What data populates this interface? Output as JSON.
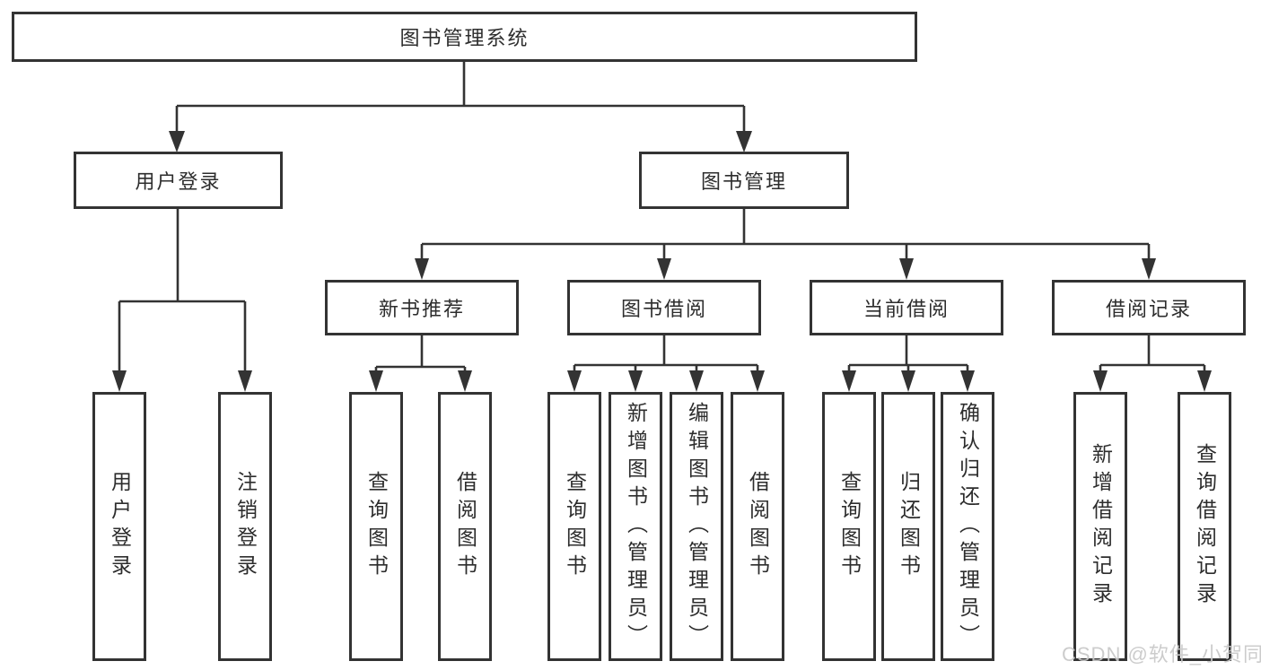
{
  "colors": {
    "line": "#333333",
    "border": "#333333",
    "text": "#2d2d2d",
    "background": "#ffffff",
    "watermark": "#c8c8c8"
  },
  "tree": {
    "root": "图书管理系统",
    "level1": [
      {
        "label": "用户登录",
        "children": [
          "用户登录",
          "注销登录"
        ]
      },
      {
        "label": "图书管理",
        "children": [
          {
            "label": "新书推荐",
            "children": [
              "查询图书",
              "借阅图书"
            ]
          },
          {
            "label": "图书借阅",
            "children": [
              "查询图书",
              "新增图书（管理员）",
              "编辑图书（管理员）",
              "借阅图书"
            ]
          },
          {
            "label": "当前借阅",
            "children": [
              "查询图书",
              "归还图书",
              "确认归还（管理员）"
            ]
          },
          {
            "label": "借阅记录",
            "children": [
              "新增借阅记录",
              "查询借阅记录"
            ]
          }
        ]
      }
    ]
  },
  "watermark": "CSDN @软件_小贺同学"
}
